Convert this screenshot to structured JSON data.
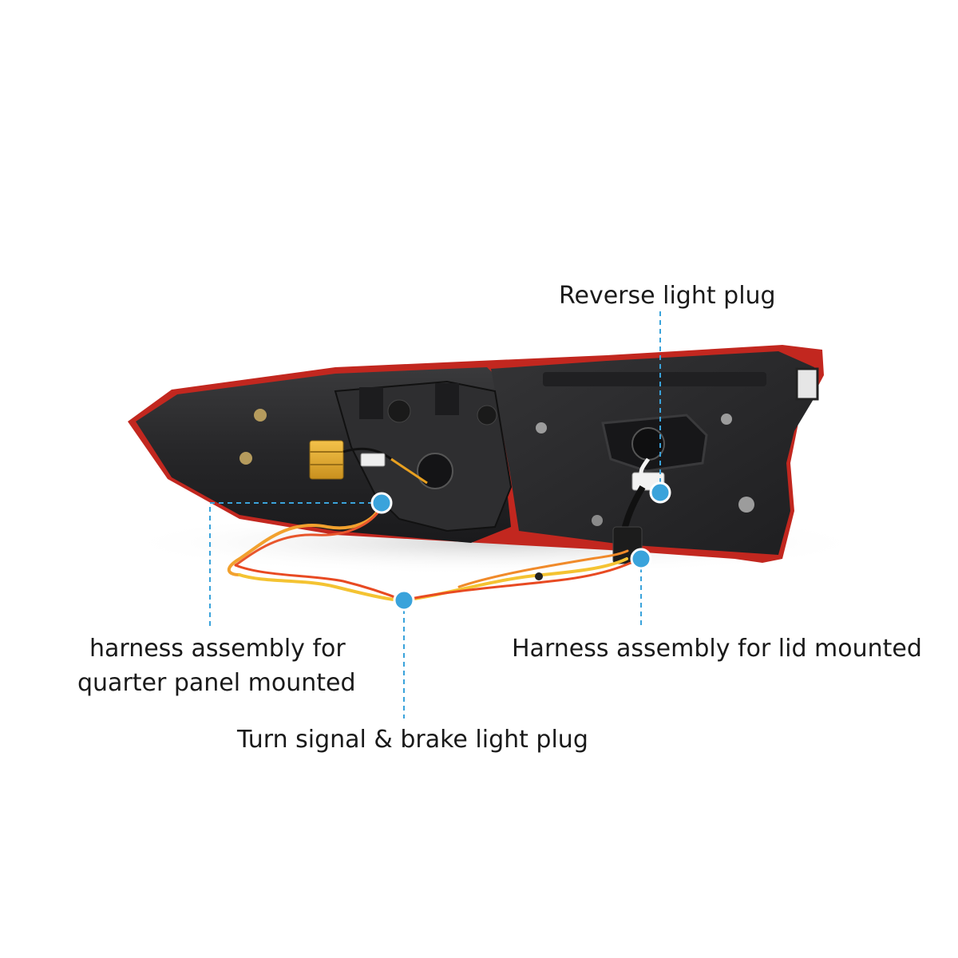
{
  "image": {
    "subject": "tail-light-rear-housing",
    "background_color": "#ffffff",
    "callout_color": "#3aa3db"
  },
  "labels": {
    "reverse_light_plug": "Reverse light plug",
    "quarter_panel_line1": "harness assembly for",
    "quarter_panel_line2": "quarter panel mounted",
    "lid_mounted": "Harness assembly for lid mounted",
    "turn_signal_brake": "Turn signal & brake light plug"
  }
}
